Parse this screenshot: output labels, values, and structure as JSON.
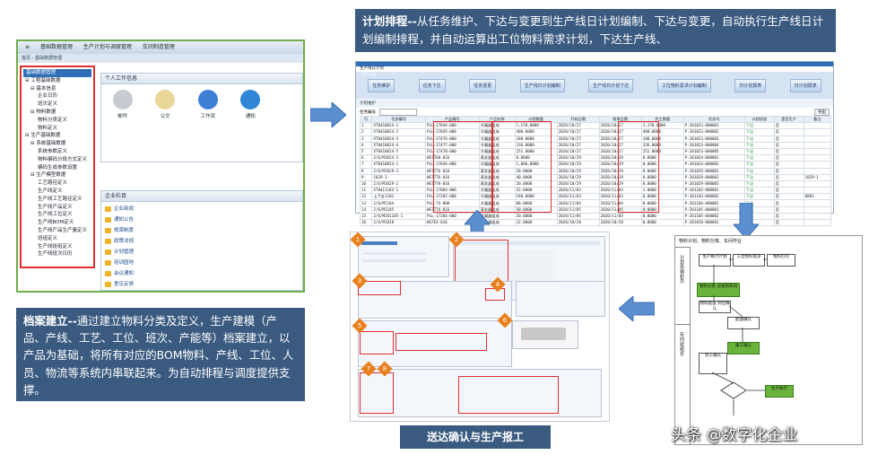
{
  "colors": {
    "callout_bg": "#3a5a80",
    "border_green": "#6fae4a",
    "highlight_red": "#e03030",
    "arrow_blue": "#5b8fd0",
    "badge_orange": "#e8801f",
    "flow_green": "#69b53c"
  },
  "left_shot": {
    "menu": [
      "基础数据管理",
      "生产计划与调度管理",
      "车间制造管理"
    ],
    "breadcrumb": "首页 - 基础数据管理",
    "tree_title": "基础数据管理",
    "tree": [
      {
        "level": 1,
        "text": "工程基础数据"
      },
      {
        "level": 2,
        "text": "基本信息"
      },
      {
        "level": 3,
        "text": "企业日历"
      },
      {
        "level": 3,
        "text": "班次定义"
      },
      {
        "level": 2,
        "text": "物料数据"
      },
      {
        "level": 3,
        "text": "物料分类定义"
      },
      {
        "level": 3,
        "text": "物料定义"
      },
      {
        "level": 1,
        "text": "生产基础数据"
      },
      {
        "level": 2,
        "text": "系统基础数据"
      },
      {
        "level": 3,
        "text": "系统参数定义"
      },
      {
        "level": 3,
        "text": "物料编码分段方式定义"
      },
      {
        "level": 3,
        "text": "编码生成参数设置"
      },
      {
        "level": 2,
        "text": "生产模型数据"
      },
      {
        "level": 3,
        "text": "工艺路径定义"
      },
      {
        "level": 3,
        "text": "生产线定义"
      },
      {
        "level": 3,
        "text": "生产线工艺路径定义"
      },
      {
        "level": 3,
        "text": "生产线产品定义"
      },
      {
        "level": 3,
        "text": "生产线工位定义"
      },
      {
        "level": 3,
        "text": "生产线BOM定义"
      },
      {
        "level": 3,
        "text": "生产线产品生产量定义"
      },
      {
        "level": 3,
        "text": "班组定义"
      },
      {
        "level": 3,
        "text": "生产线班组定义"
      },
      {
        "level": 3,
        "text": "生产线班次日历"
      }
    ],
    "info_title": "个人工作信息",
    "icons": [
      {
        "name": "mail-icon",
        "label": "邮件",
        "color": "#c8ccd2"
      },
      {
        "name": "document-icon",
        "label": "公文",
        "color": "#e9d79a"
      },
      {
        "name": "workflow-icon",
        "label": "工作流",
        "color": "#3d7fd6"
      },
      {
        "name": "notice-icon",
        "label": "通知",
        "color": "#2f86d6"
      }
    ],
    "column_title": "企业栏目",
    "column_items": [
      "企业新闻",
      "通知公告",
      "规章制度",
      "政策法规",
      "计划管理",
      "培训园地",
      "会议通知",
      "意见反馈"
    ]
  },
  "left_callout": {
    "heading": "档案建立--",
    "body": "通过建立物料分类及定义，生产建模（产品、产线、工艺、工位、班次、产能等）档案建立，以产品为基础，将所有对应的BOM物料、产线、工位、人员、物流等系统内串联起来。为自动排程与调度提供支撑。"
  },
  "top_callout": {
    "heading": "计划排程--",
    "body": "从任务维护、下达与变更到生产线日计划编制、下达与变更，自动执行生产线日计划编制排程，并自动运算出工位物料需求计划，下达生产线、"
  },
  "plan_shot": {
    "title": "生产计划",
    "subtitle": "生产线日计划",
    "steps": [
      "任务维护",
      "任务下达",
      "任务变更",
      "生产线日计划编制",
      "生产线日计划下达",
      "工位物料需求计划编制",
      "日计划报表",
      "日计划报表"
    ],
    "section": "计划维护",
    "search_label": "任务编号",
    "export_label": "导出",
    "columns": [
      "行",
      "任务编号",
      "产品编号",
      "产品名称",
      "计划数量",
      "开始日期",
      "结束日期",
      "完工数量",
      "任务号",
      "计划状态",
      "是否生产",
      "备注"
    ],
    "rows": [
      [
        "1",
        "XT0410024-1",
        "PLL-17044-000",
        "冷凝器组成",
        "1,170.0000",
        "2020/10/27",
        "2020/10/27",
        "1,170.0000",
        "P-201023-000001",
        "下达",
        "否",
        ""
      ],
      [
        "2",
        "XT0410024-2",
        "PLL-17045-000",
        "冷凝器组成",
        "400.0000",
        "2020/10/27",
        "2020/10/27",
        "400.0000",
        "P-201023-000002",
        "下达",
        "否",
        ""
      ],
      [
        "3",
        "XT0410024-3",
        "PLL-17476-000",
        "冷凝器组成",
        "180.0000",
        "2020/10/27",
        "2020/10/27",
        "180.0000",
        "P-201023-000003",
        "下达",
        "否",
        ""
      ],
      [
        "4",
        "XT0410024-4",
        "PLL-17477-000",
        "冷凝器组成",
        "336.0000",
        "2020/10/27",
        "2020/10/27",
        "336.0000",
        "P-201023-000004",
        "下达",
        "否",
        ""
      ],
      [
        "5",
        "XT0410024-5",
        "PLL-17478-000",
        "冷凝器组成",
        "252.0000",
        "2020/10/27",
        "2020/10/27",
        "252.0000",
        "P-201023-000005",
        "下达",
        "否",
        ""
      ],
      [
        "6",
        "2/6/M1024-3",
        "WG7760-016",
        "蒸发器组成",
        "0.0000",
        "2020/10/29",
        "2020/10/29",
        "0.0000",
        "P-201024-000001",
        "下达",
        "否",
        ""
      ],
      [
        "7",
        "XT0410024-1",
        "PLL-17644-000",
        "冷凝器组成",
        "1,000.0000",
        "2020/10/29",
        "2020/10/29",
        "0.0000",
        "P-201024-000002",
        "下达",
        "否",
        ""
      ],
      [
        "8",
        "2/6/M1029-3",
        "WG7776-016",
        "蒸发器组成",
        "30.0000",
        "2020/10/29",
        "2020/10/29",
        "0.0000",
        "P-201029-000001",
        "下达",
        "否",
        ""
      ],
      [
        "9",
        "1029-1",
        "WG7776-016",
        "蒸发器组成",
        "40.0000",
        "2020/10/29",
        "2020/10/29",
        "0.0000",
        "P-201029-000002",
        "下达",
        "否",
        "1029-1"
      ],
      [
        "10",
        "2/6/M1029-2",
        "WG7778-016",
        "蒸发器组成",
        "20.0000",
        "2020/10/29",
        "2020/10/29",
        "0.0000",
        "P-201029-000003",
        "下达",
        "否",
        ""
      ],
      [
        "11",
        "XT0411103-1",
        "PLL-17084-000",
        "冷凝器组成",
        "52.0000",
        "2020/11/03",
        "2020/11/03",
        "1.0000",
        "P-201103-000001",
        "下达",
        "否",
        ""
      ],
      [
        "12",
        "上汽五1103",
        "PLL-17282-000",
        "冷凝器组成",
        "540.0000",
        "2020/11/03",
        "2020/11/03",
        "0.0000",
        "P-201103-000002",
        "下达",
        "否",
        "8881"
      ],
      [
        "13",
        "2/6/M1104",
        "PLL-74-000",
        "冷凝器组成",
        "80.0000",
        "2020/11/04",
        "2020/11/04",
        "0.0000",
        "P-201104-000001",
        "下达",
        "否",
        ""
      ],
      [
        "14",
        "2/6/M1105",
        "WG7776-016",
        "蒸发器组成",
        "50.0000",
        "2020/11/05",
        "2020/11/05",
        "0.0000",
        "P-201105-000001",
        "下达",
        "否",
        ""
      ],
      [
        "15",
        "2/6/M201105-1",
        "PLL-17284-000",
        "冷凝器组成",
        "20.0000",
        "2020/11/05",
        "2020/11/05",
        "0.0000",
        "P-201105-000002",
        "下达",
        "否",
        ""
      ],
      [
        "16",
        "2/6/M1028",
        "WG7EX-016",
        "蒸发器组成",
        "32.0000",
        "2020/10/28",
        "2020/10/28",
        "0.0000",
        "P-201028-000001",
        "下达",
        "否",
        ""
      ]
    ]
  },
  "bottom_caption": "送达确认与生产报工",
  "mock_badges": [
    "1",
    "2",
    "3",
    "4",
    "5",
    "6",
    "7",
    "8"
  ],
  "flow": {
    "title": "物料计划、物料分拣、车间作业",
    "lanes": [
      "计划员/物料员",
      "车间/班组长"
    ],
    "boxes": [
      "生产执行计划",
      "工位物料需求",
      "物料打印",
      "物料分拣 派发到车间",
      "物料配送 到位确认",
      "配送确认",
      "报工确认",
      "完工确认",
      "生产执行"
    ]
  },
  "watermark": "头条 @数字化企业"
}
